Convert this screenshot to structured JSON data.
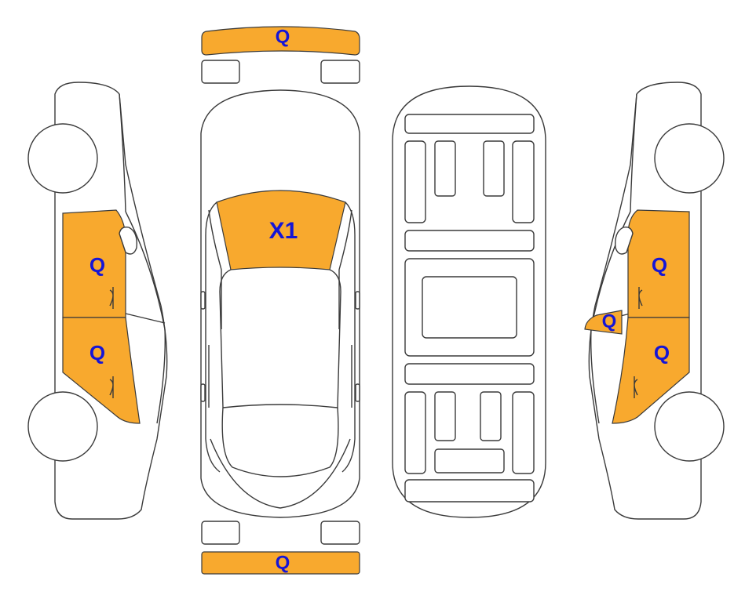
{
  "colors": {
    "damage_fill": "#F8A92E",
    "marker_text": "#1515D6",
    "outline": "#3a3a3a",
    "background": "#ffffff"
  },
  "markers": {
    "front_bumper": "Q",
    "hood": "X1",
    "left_front_door": "Q",
    "left_rear_door": "Q",
    "right_mirror": "Q",
    "right_front_door": "Q",
    "right_rear_door": "Q",
    "rear_bumper": "Q"
  }
}
